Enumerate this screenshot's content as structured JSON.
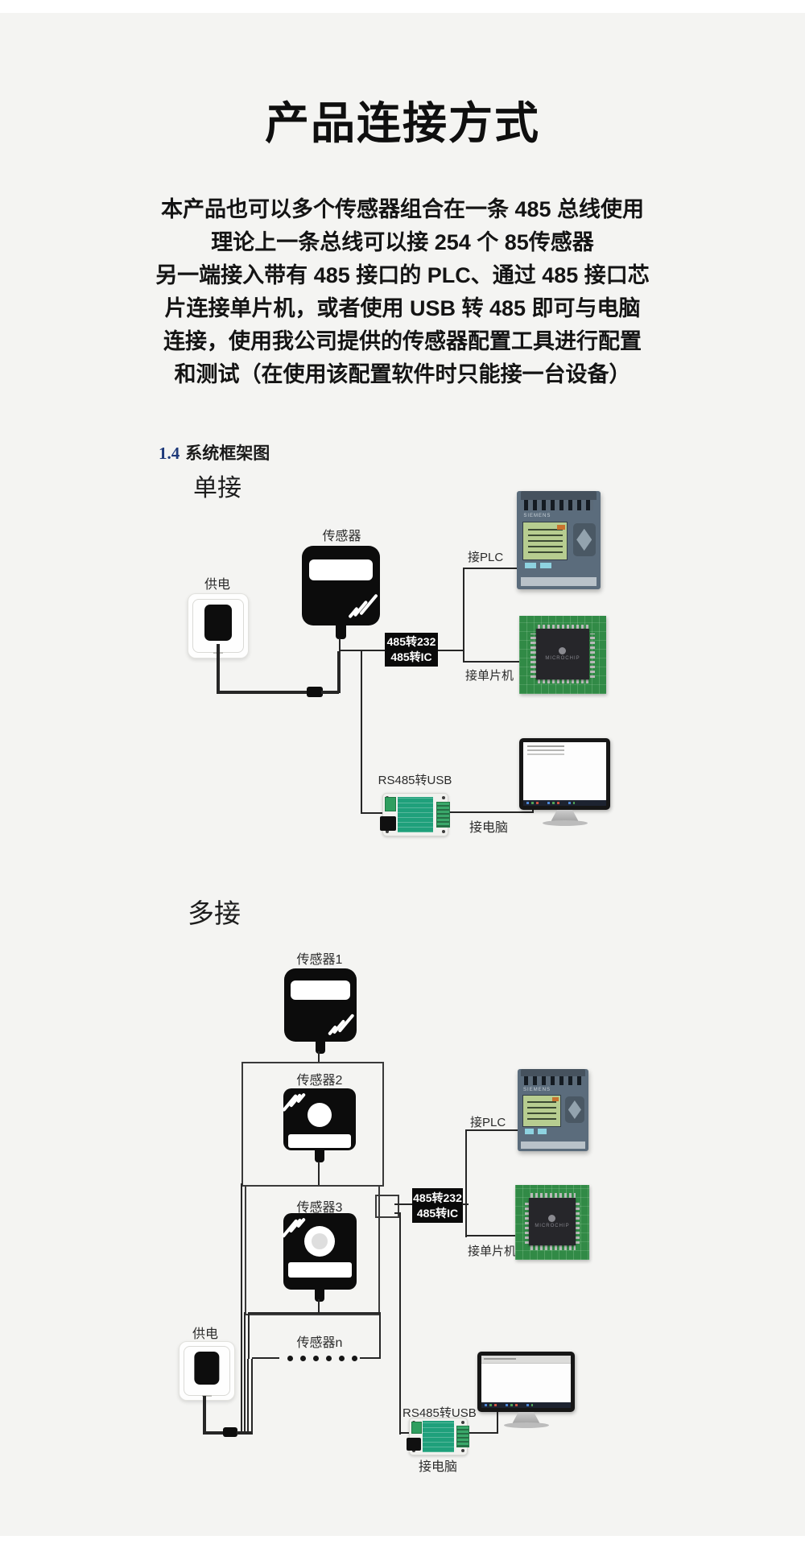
{
  "page": {
    "title": "产品连接方式",
    "intro_lines": [
      "本产品也可以多个传感器组合在一条 485 总线使用",
      "理论上一条总线可以接 254 个 85传感器",
      "另一端接入带有 485 接口的 PLC、通过 485 接口芯",
      "片连接单片机，或者使用 USB 转 485 即可与电脑",
      "连接，使用我公司提供的传感器配置工具进行配置",
      "和测试（在使用该配置软件时只能接一台设备）"
    ],
    "section": {
      "number": "1.4",
      "title": "系统框架图"
    }
  },
  "single_diagram": {
    "heading": "单接",
    "sensor_label": "传感器",
    "power_label": "供电",
    "plc_label": "接PLC",
    "mcu_label": "接单片机",
    "rs485_usb_label": "RS485转USB",
    "pc_label": "接电脑",
    "converter_line1": "485转232",
    "converter_line2": "485转IC"
  },
  "multi_diagram": {
    "heading": "多接",
    "sensor1_label": "传感器1",
    "sensor2_label": "传感器2",
    "sensor3_label": "传感器3",
    "sensorn_label": "传感器n",
    "power_label": "供电",
    "plc_label": "接PLC",
    "mcu_label": "接单片机",
    "rs485_usb_label": "RS485转USB",
    "pc_label": "接电脑",
    "converter_line1": "485转232",
    "converter_line2": "485转IC"
  },
  "device_text": {
    "plc_brand": "SIEMENS",
    "chip_brand": "MICROCHIP"
  },
  "colors": {
    "background": "#f4f4f2",
    "text": "#1a1a1a",
    "section_number": "#1f3a7a",
    "line": "#262626",
    "box_bg": "#0a0a0a",
    "box_text": "#ffffff",
    "pcb_green": "#318a46",
    "converter_pcb": "#1fa07b",
    "plc_body": "#5b6c7c",
    "lcd_green": "#b7cd90"
  }
}
